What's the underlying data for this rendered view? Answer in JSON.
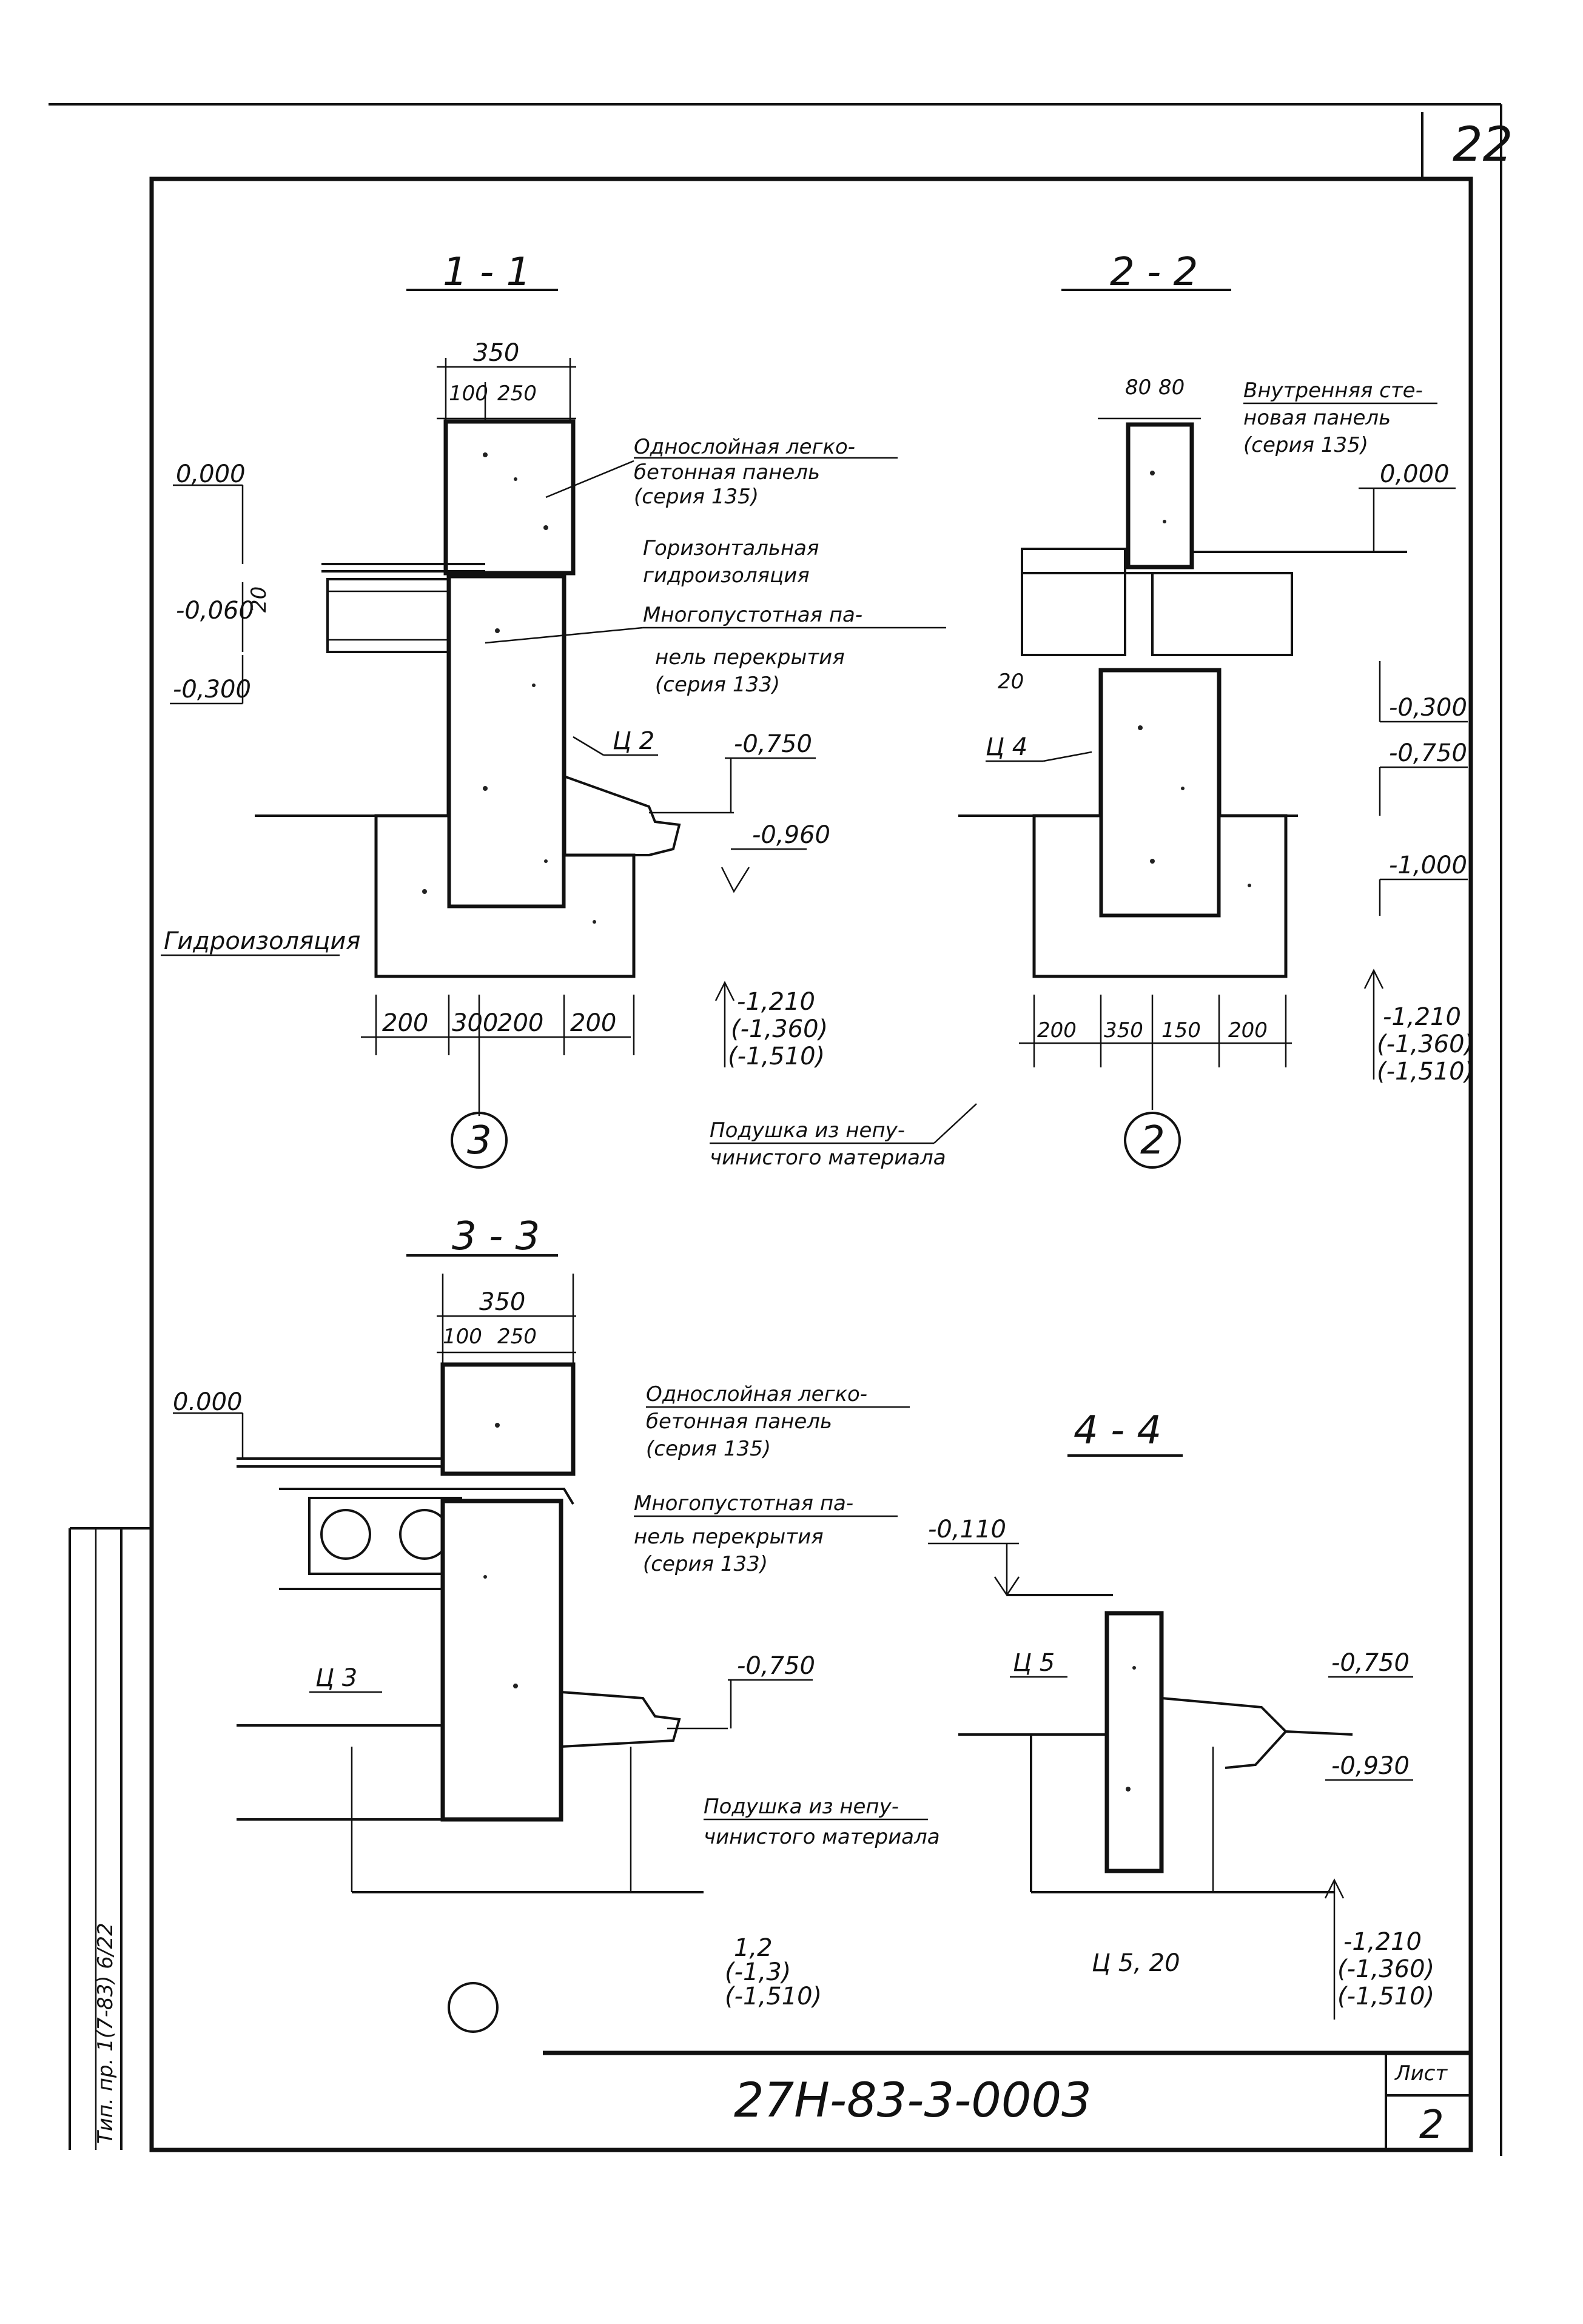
{
  "sheet": {
    "page_number": "22",
    "document_code": "27Н-83-3-0003",
    "sheet_label": "Лист",
    "sheet_number": "2",
    "side_stamp": "Тип. пр. 1(7-83) 6/22"
  },
  "section_1_1": {
    "title": "1 - 1",
    "dim_total": "350",
    "dim_parts": [
      "100",
      "250"
    ],
    "callout_panel": [
      "Однослойная легко-",
      "бетонная панель",
      "(серия 135)"
    ],
    "callout_insulation": [
      "Горизонтальная",
      "гидроизоляция"
    ],
    "callout_slab": [
      "Многопустотная па-",
      "нель перекрытия",
      "(серия 133)"
    ],
    "elevations": [
      "0,000",
      "-0,060",
      "-0,300",
      "-0,750",
      "-0,960"
    ],
    "bottom_elevations": [
      "-1,210",
      "(-1,360)",
      "(-1,510)"
    ],
    "dim_20": "20",
    "node": "Ц 2",
    "waterproofing": "Гидроизоляция",
    "bottom_dims": [
      "200",
      "300",
      "200",
      "200"
    ],
    "axis": "3",
    "cushion": [
      "Подушка из непу-",
      "чинистого материала"
    ]
  },
  "section_2_2": {
    "title": "2 - 2",
    "dim_parts": [
      "80",
      "80"
    ],
    "callout_panel": [
      "Внутренняя сте-",
      "новая панель",
      "(серия 135)"
    ],
    "elevations": [
      "0,000",
      "-0,300",
      "-0,750",
      "-1,000"
    ],
    "bottom_elevations": [
      "-1,210",
      "(-1,360)",
      "(-1,510)"
    ],
    "dim_20": "20",
    "node": "Ц 4",
    "bottom_dims": [
      "200",
      "350",
      "150",
      "200"
    ],
    "axis": "2"
  },
  "section_3_3": {
    "title": "3 - 3",
    "dim_total": "350",
    "dim_parts": [
      "100",
      "250"
    ],
    "callout_panel": [
      "Однослойная легко-",
      "бетонная панель",
      "(серия 135)"
    ],
    "callout_slab": [
      "Многопустотная па-",
      "нель перекрытия",
      "(серия 133)"
    ],
    "elevations": [
      "0.000",
      "-0,750"
    ],
    "node": "Ц 3",
    "cushion": [
      "Подушка из непу-",
      "чинистого материала"
    ],
    "bottom_elevations": [
      "1,2",
      "(-1,3)",
      "(-1,510)"
    ]
  },
  "section_4_4": {
    "title": "4 - 4",
    "elevations": [
      "-0,110",
      "-0,750",
      "-0,930"
    ],
    "node": "Ц 5",
    "bottom_elevations": [
      "-1,210",
      "(-1,360)",
      "(-1,510)"
    ],
    "note": "Ц 5, 20"
  }
}
